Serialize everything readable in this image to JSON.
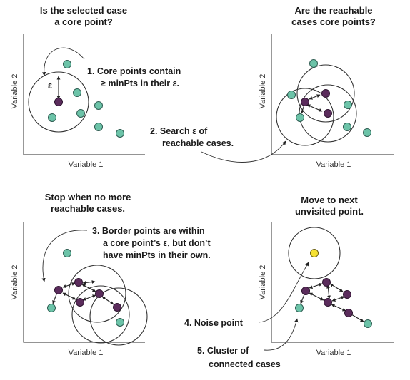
{
  "panels": [
    {
      "title_lines": [
        "Is the selected case",
        "a core point?"
      ],
      "xlabel": "Variable 1",
      "ylabel": "Variable 2"
    },
    {
      "title_lines": [
        "Are the reachable",
        "cases core points?"
      ],
      "xlabel": "Variable 1",
      "ylabel": "Variable 2"
    },
    {
      "title_lines": [
        "Stop when no more",
        "reachable cases."
      ],
      "xlabel": "Variable 1",
      "ylabel": "Variable 2"
    },
    {
      "title_lines": [
        "Move to next",
        "unvisited point."
      ],
      "xlabel": "Variable 1",
      "ylabel": "Variable 2"
    }
  ],
  "annotations": [
    {
      "lines": [
        "1. Core points contain",
        "≥ minPts in their ε."
      ]
    },
    {
      "lines": [
        "2. Search ε of",
        "reachable cases."
      ]
    },
    {
      "lines": [
        "3. Border points are within",
        "a core point’s ε, but don’t",
        "have minPts in their own."
      ]
    },
    {
      "lines": [
        "4. Noise point"
      ]
    },
    {
      "lines": [
        "5. Cluster of",
        "connected cases"
      ]
    }
  ],
  "epsilon_symbol": "ε",
  "colors": {
    "core": "#5b2c5c",
    "border": "#6cc3a8",
    "noise": "#f5e132",
    "axis": "#555555"
  }
}
